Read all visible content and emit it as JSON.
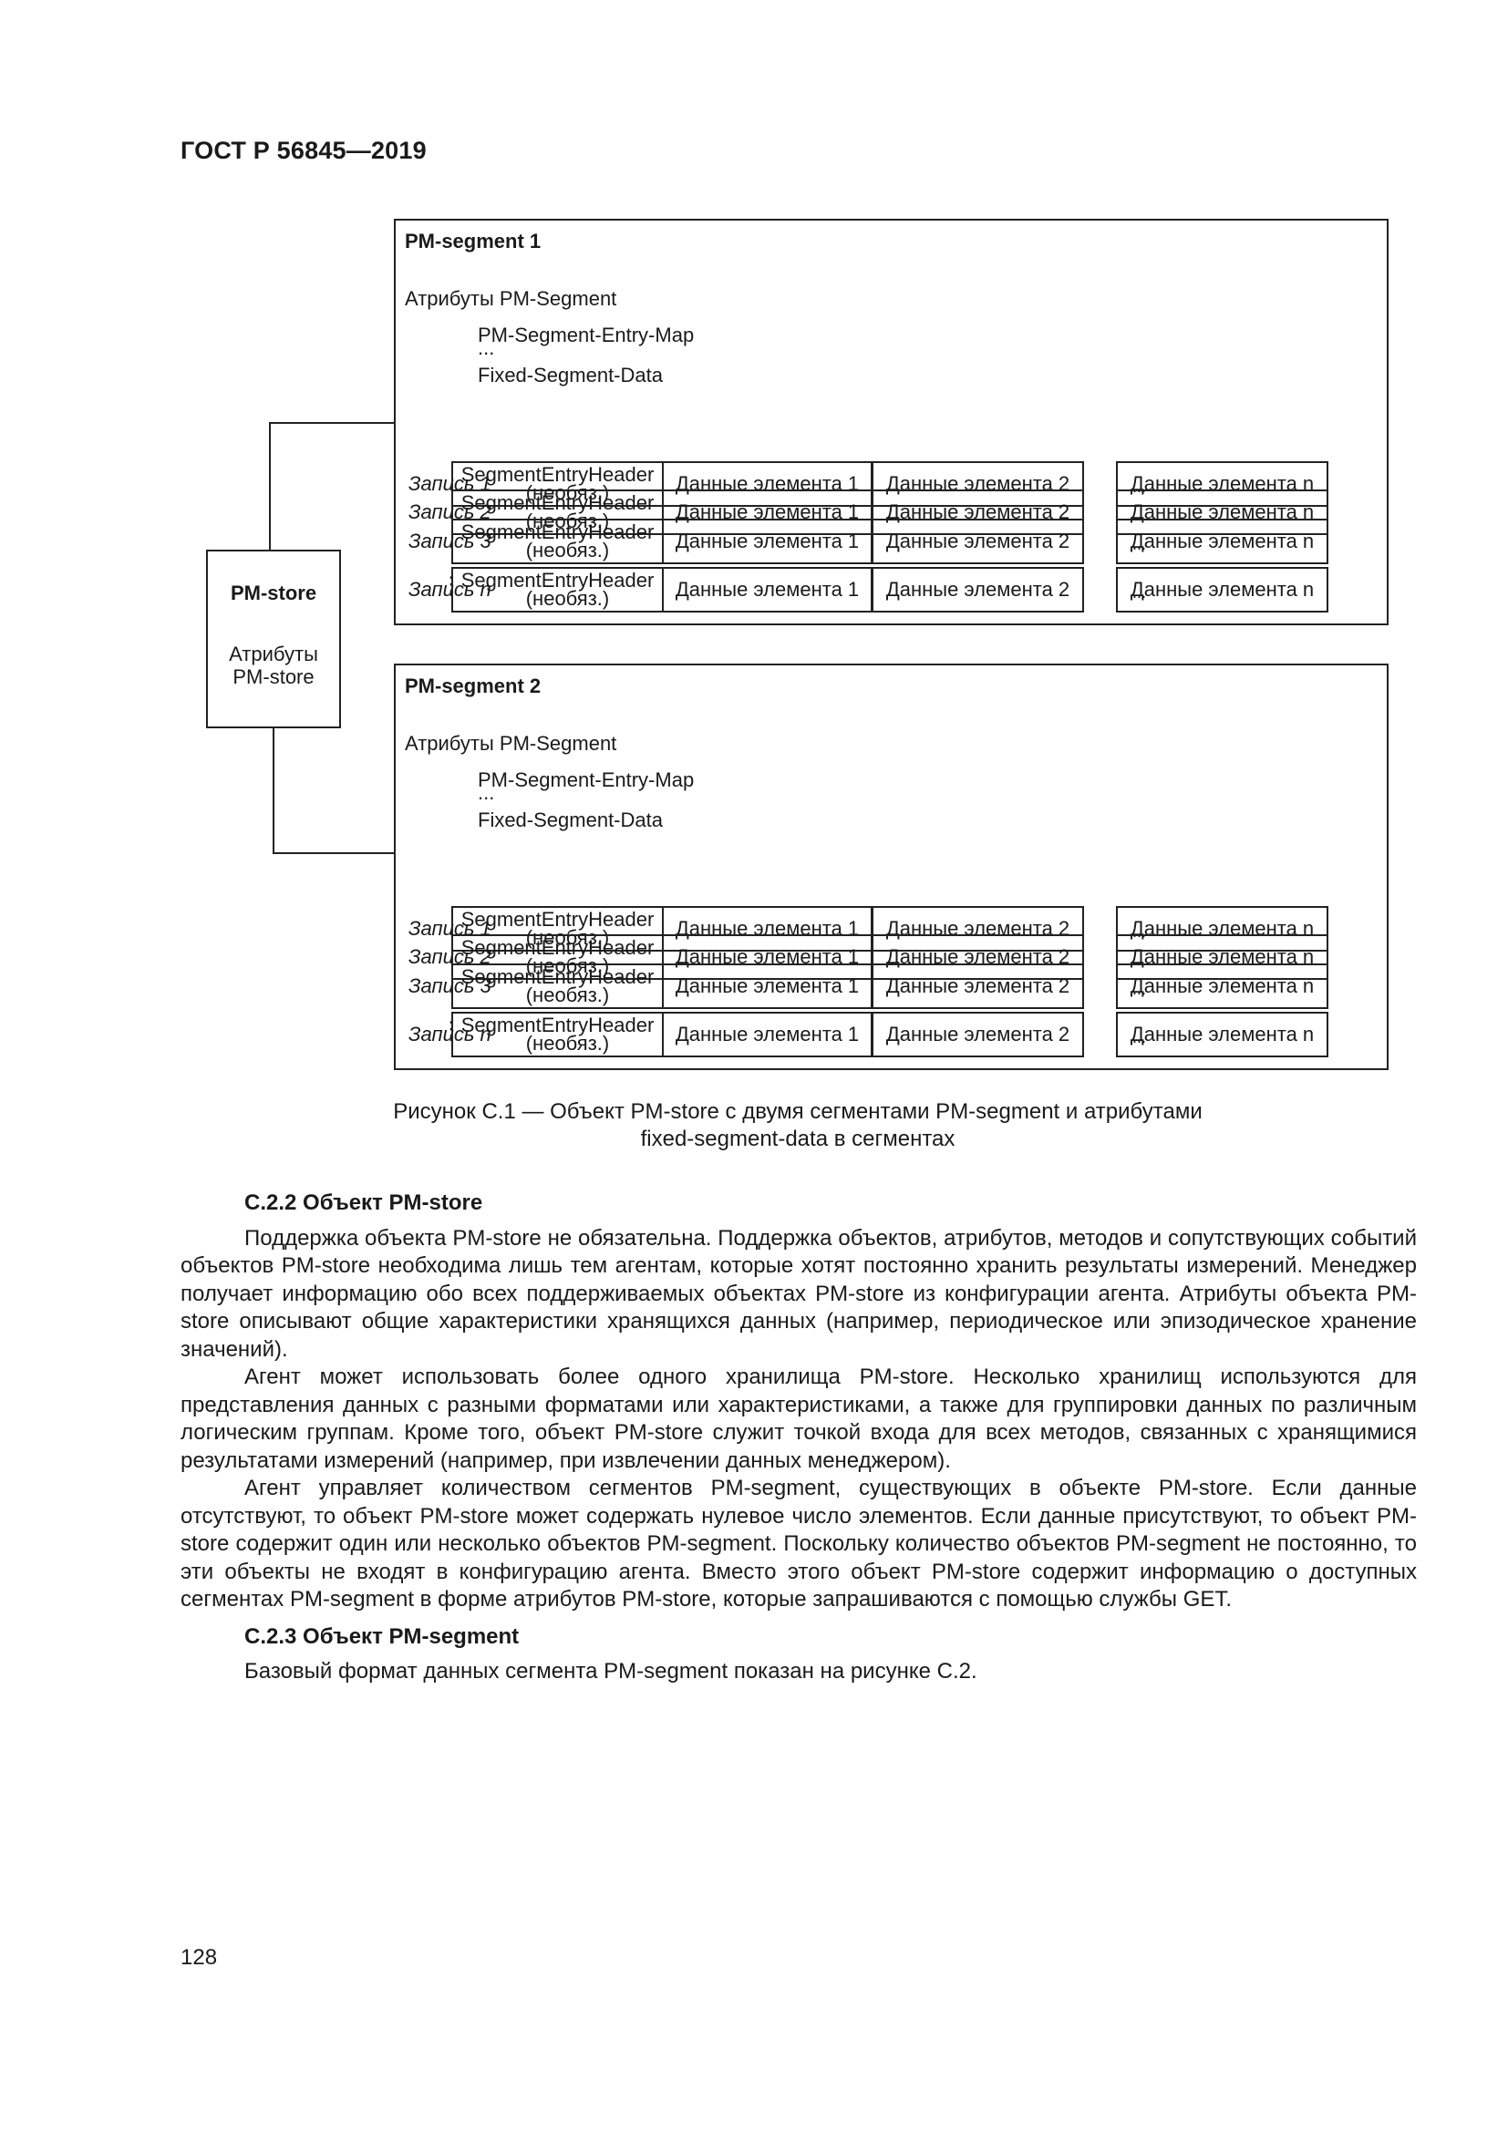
{
  "header": {
    "doc_title": "ГОСТ Р 56845—2019"
  },
  "figure": {
    "store": {
      "title": "PM-store",
      "attributes_line1": "Атрибуты",
      "attributes_line2": "PM-store"
    },
    "segments": [
      {
        "title": "PM-segment 1",
        "attributes": "Атрибуты PM-Segment",
        "entry_map": "PM-Segment-Entry-Map",
        "ellipsis": "...",
        "fixed_data": "Fixed-Segment-Data",
        "records": [
          {
            "label": "Запись 1"
          },
          {
            "label": "Запись 2"
          },
          {
            "label": "Запись 3"
          },
          {
            "label": "Запись n"
          }
        ]
      },
      {
        "title": "PM-segment 2",
        "attributes": "Атрибуты PM-Segment",
        "entry_map": "PM-Segment-Entry-Map",
        "ellipsis": "...",
        "fixed_data": "Fixed-Segment-Data",
        "records": [
          {
            "label": "Запись 1"
          },
          {
            "label": "Запись 2"
          },
          {
            "label": "Запись 3"
          },
          {
            "label": "Запись n"
          }
        ]
      }
    ],
    "row_cells": {
      "header_line1": "SegmentEntryHeader",
      "header_line2": "(необяз.)",
      "element_1": "Данные элемента 1",
      "element_2": "Данные элемента 2",
      "dots": "...",
      "element_n": "Данные элемента n"
    },
    "vertical_dots": "⋮",
    "caption_line1": "Рисунок С.1 — Объект PM-store с двумя сегментами PM-segment и атрибутами",
    "caption_line2": "fixed-segment-data в сегментах"
  },
  "sections": [
    {
      "heading": "С.2.2 Объект PM-store",
      "paragraphs": [
        "Поддержка объекта PM-store не обязательна. Поддержка объектов, атрибутов, методов и сопутствующих событий объектов PM-store необходима лишь тем агентам, которые хотят постоянно хранить результаты измерений. Менеджер получает информацию обо всех поддерживаемых объектах PM-store из конфигурации агента. Атрибуты объекта PM-store описывают общие характеристики хранящихся данных (например, периодическое или эпизодическое хранение значений).",
        "Агент может использовать более одного хранилища PM-store. Несколько хранилищ используются для представления данных с разными форматами или характеристиками, а также для группировки данных по различным логическим группам. Кроме того, объект PM-store служит точкой входа для всех методов, связанных с хранящимися результатами измерений (например, при извлечении данных менеджером).",
        "Агент управляет количеством сегментов PM-segment, существующих в объекте PM-store. Если данные отсутствуют, то объект PM-store может содержать нулевое число элементов. Если данные присутствуют, то объект PM-store содержит один или несколько объектов PM-segment. Поскольку количество объектов PM-segment не постоянно, то эти объекты не входят в конфигурацию агента. Вместо этого объект PM-store содержит информацию о доступных сегментах PM-segment в форме атрибутов PM-store, которые запрашиваются с помощью службы GET."
      ]
    },
    {
      "heading": "С.2.3 Объект PM-segment",
      "paragraphs": [
        "Базовый формат данных сегмента PM-segment показан на рисунке С.2."
      ]
    }
  ],
  "footer": {
    "page_number": "128"
  }
}
